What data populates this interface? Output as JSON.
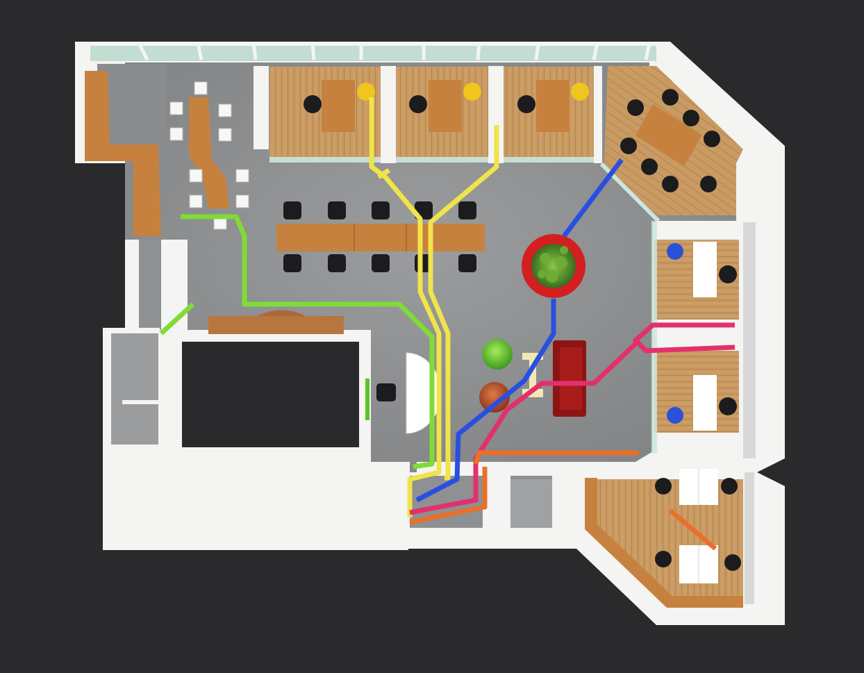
{
  "image": {
    "kind": "3D top-down office floor plan render",
    "printed_text": []
  },
  "colors": {
    "background": "#2a2a2c",
    "walls": "#f4f4f2",
    "floor_concrete": "#8e9092",
    "wood_floor": "#c79a62",
    "timber_furniture": "#c7813f",
    "glass": "#b9d8cc",
    "chair": "#1c1c1e",
    "route_green": "#7fdc34",
    "route_yellow": "#f1e34a",
    "route_blue": "#2a4fe0",
    "route_pink": "#e3306d",
    "route_orange": "#e9702a",
    "planter_ring": "#d31f1f",
    "sofa": "#8e1414",
    "armchair_green": "#5cc326",
    "armchair_orange": "#c2532a",
    "accent_yellow_chair": "#f0c51d",
    "accent_blue_chair": "#2a52d8",
    "side_table": "#f1e9b4"
  },
  "rooms": [
    {
      "id": "private-office-1",
      "floor": "wood"
    },
    {
      "id": "private-office-2",
      "floor": "wood"
    },
    {
      "id": "private-office-3",
      "floor": "wood"
    },
    {
      "id": "meeting-room",
      "floor": "wood"
    },
    {
      "id": "open-plan-area",
      "floor": "concrete"
    },
    {
      "id": "filing-corridor",
      "floor": "concrete"
    },
    {
      "id": "lounge-area",
      "floor": "concrete"
    },
    {
      "id": "east-office-1",
      "floor": "wood"
    },
    {
      "id": "east-office-2",
      "floor": "wood"
    },
    {
      "id": "south-east-office",
      "floor": "wood"
    },
    {
      "id": "core-void",
      "floor": "none"
    }
  ],
  "routes": [
    {
      "name": "green",
      "color": "#7fdc34"
    },
    {
      "name": "yellow",
      "color": "#f1e34a"
    },
    {
      "name": "blue",
      "color": "#2a4fe0"
    },
    {
      "name": "pink",
      "color": "#e3306d"
    },
    {
      "name": "orange",
      "color": "#e9702a"
    }
  ]
}
